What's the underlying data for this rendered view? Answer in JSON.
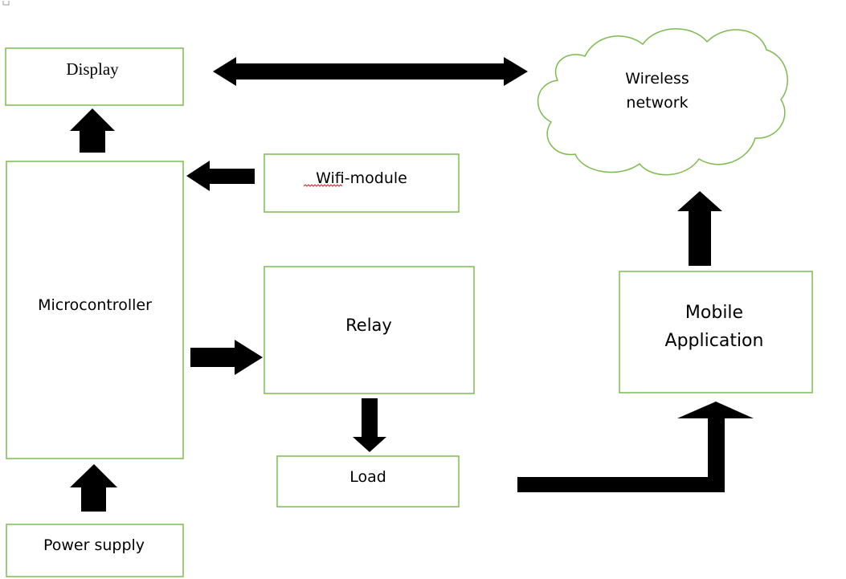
{
  "diagram": {
    "blocks": {
      "display": "Display",
      "microcontroller": "Microcontroller",
      "power_supply": "Power supply",
      "wifi_module": "Wifi-module",
      "relay": "Relay",
      "load": "Load",
      "mobile_app_line1": "Mobile",
      "mobile_app_line2": "Application",
      "wireless_line1": "Wireless",
      "wireless_line2": "network"
    },
    "colors": {
      "box_border": "#7dbb50",
      "arrow": "#000000",
      "spellcheck_underline": "#d9252a"
    }
  }
}
